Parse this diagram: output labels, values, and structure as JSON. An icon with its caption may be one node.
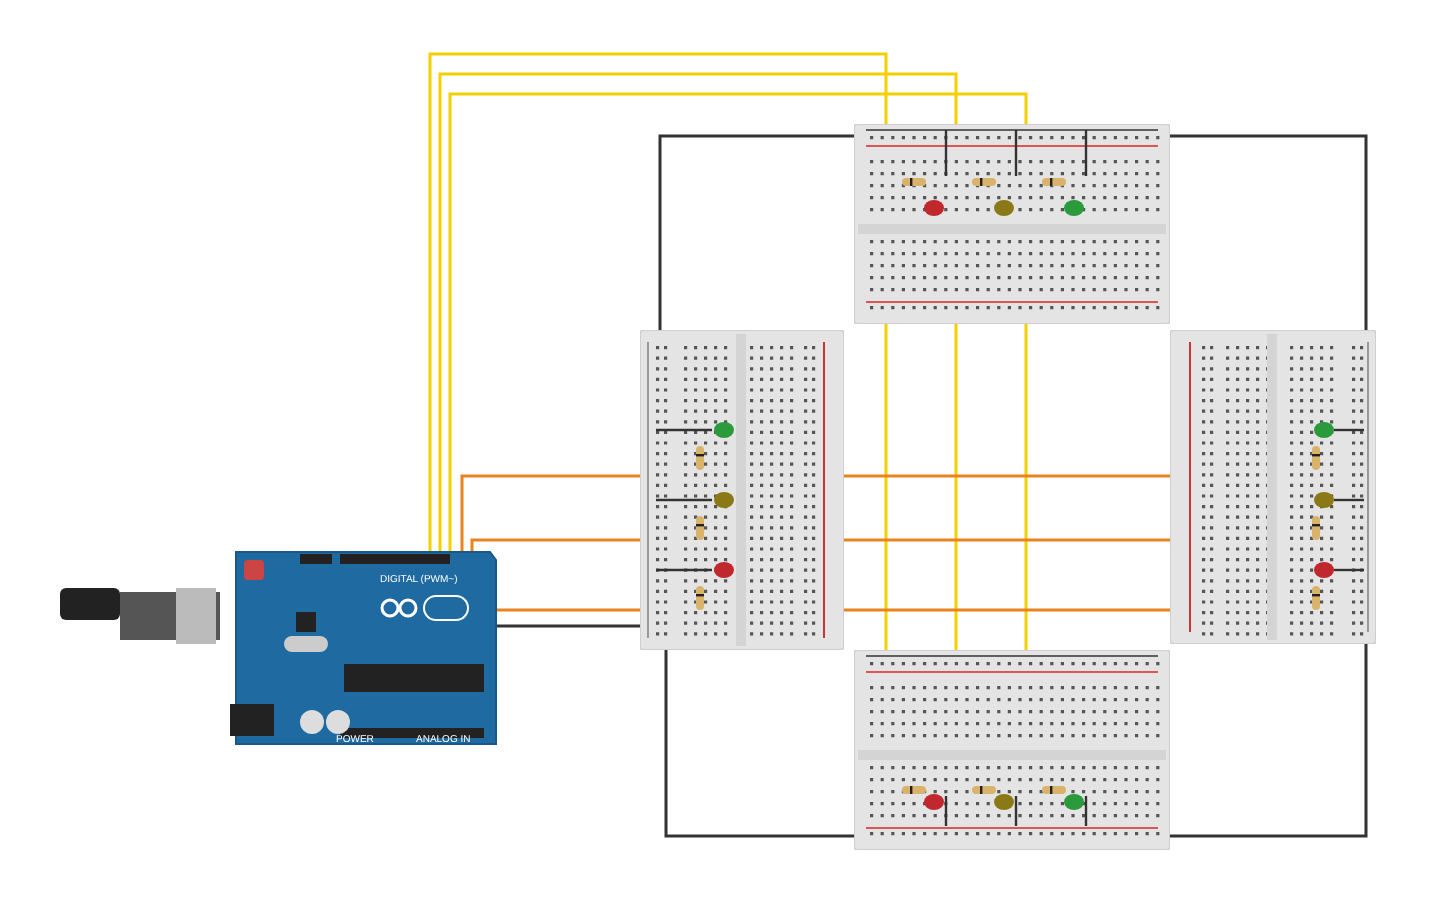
{
  "diagram": {
    "nodes": [
      {
        "text": [],
        "shape": "picture"
      },
      {
        "text": [],
        "shape": "picture"
      },
      {
        "text": [],
        "shape": "picture"
      },
      {
        "text": [],
        "shape": "picture"
      },
      {
        "text": [],
        "shape": "picture"
      }
    ],
    "edges": [
      {
        "from": 0,
        "to": 1,
        "arrow": "none",
        "color": "#f5d000"
      },
      {
        "from": 0,
        "to": 1,
        "arrow": "none",
        "color": "#f5d000"
      },
      {
        "from": 0,
        "to": 1,
        "arrow": "none",
        "color": "#f5d000"
      },
      {
        "from": 1,
        "to": 4,
        "arrow": "none",
        "color": "#f5d000"
      },
      {
        "from": 1,
        "to": 4,
        "arrow": "none",
        "color": "#f5d000"
      },
      {
        "from": 1,
        "to": 4,
        "arrow": "none",
        "color": "#f5d000"
      },
      {
        "from": 0,
        "to": 2,
        "arrow": "none",
        "color": "#e8831e"
      },
      {
        "from": 0,
        "to": 2,
        "arrow": "none",
        "color": "#e8831e"
      },
      {
        "from": 0,
        "to": 2,
        "arrow": "none",
        "color": "#e8831e"
      },
      {
        "from": 2,
        "to": 3,
        "arrow": "none",
        "color": "#e8831e"
      },
      {
        "from": 2,
        "to": 3,
        "arrow": "none",
        "color": "#e8831e"
      },
      {
        "from": 2,
        "to": 3,
        "arrow": "none",
        "color": "#e8831e"
      },
      {
        "from": 0,
        "to": 2,
        "arrow": "none",
        "color": "#333333"
      },
      {
        "from": 2,
        "to": 1,
        "arrow": "none",
        "color": "#333333"
      },
      {
        "from": 1,
        "to": 3,
        "arrow": "none",
        "color": "#333333"
      },
      {
        "from": 3,
        "to": 4,
        "arrow": "none",
        "color": "#333333"
      },
      {
        "from": 4,
        "to": 2,
        "arrow": "none",
        "color": "#333333"
      }
    ],
    "labels": [
      "DIGITAL (PWM~)",
      "POWER",
      "ANALOG IN"
    ]
  }
}
